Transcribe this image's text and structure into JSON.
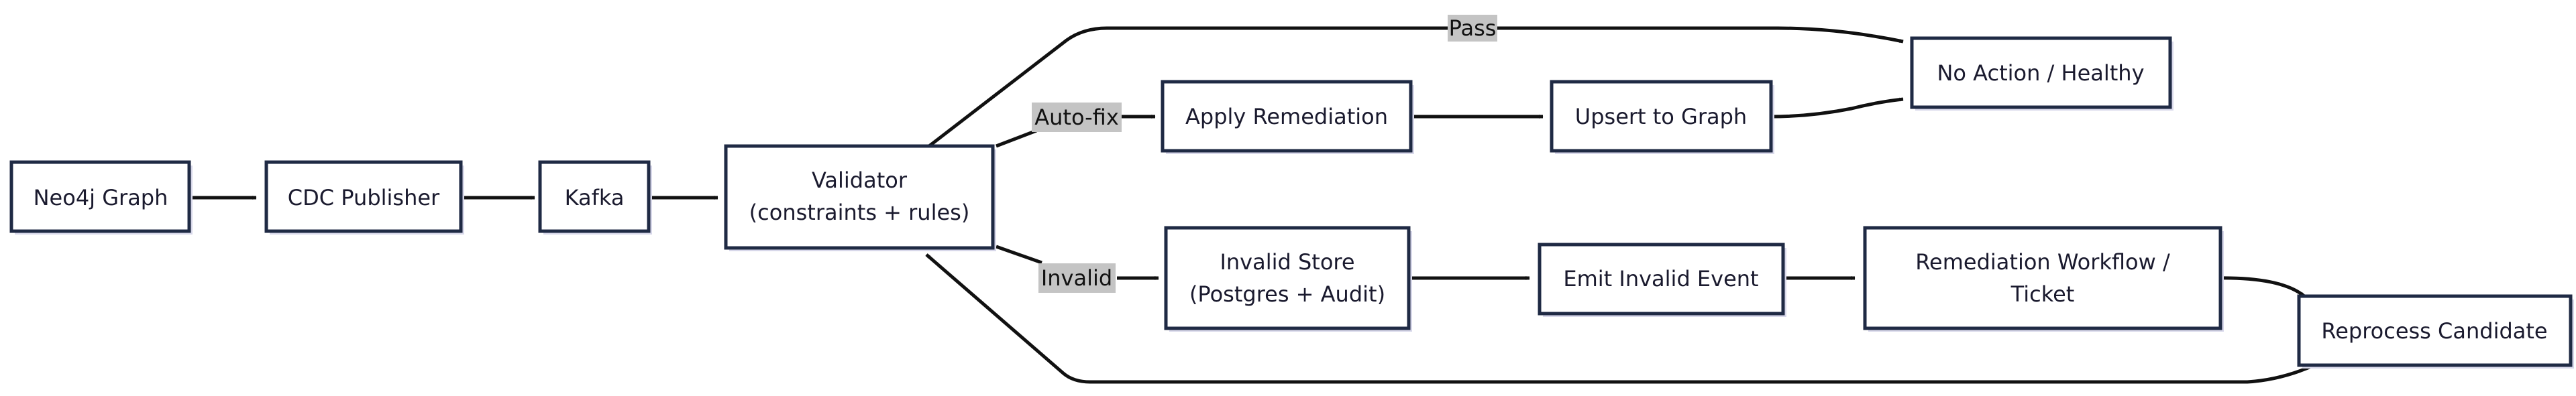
{
  "diagram": {
    "colors": {
      "node_border": "#1f2a44",
      "edge": "#111111",
      "label_bg": "#c4c4c4",
      "shadow": "#d8d8ea"
    },
    "nodes": {
      "neo4j": {
        "lines": [
          "Neo4j Graph"
        ]
      },
      "cdc": {
        "lines": [
          "CDC Publisher"
        ]
      },
      "kafka": {
        "lines": [
          "Kafka"
        ]
      },
      "validator": {
        "lines": [
          "Validator",
          "(constraints + rules)"
        ]
      },
      "apply": {
        "lines": [
          "Apply Remediation"
        ]
      },
      "upsert": {
        "lines": [
          "Upsert to Graph"
        ]
      },
      "noaction": {
        "lines": [
          "No Action / Healthy"
        ]
      },
      "invalidstore": {
        "lines": [
          "Invalid Store",
          "(Postgres + Audit)"
        ]
      },
      "emit": {
        "lines": [
          "Emit Invalid Event"
        ]
      },
      "workflow": {
        "lines": [
          "Remediation Workflow /",
          "Ticket"
        ]
      },
      "reprocess": {
        "lines": [
          "Reprocess Candidate"
        ]
      }
    },
    "edge_labels": {
      "pass": "Pass",
      "autofix": "Auto-fix",
      "invalid": "Invalid"
    }
  }
}
